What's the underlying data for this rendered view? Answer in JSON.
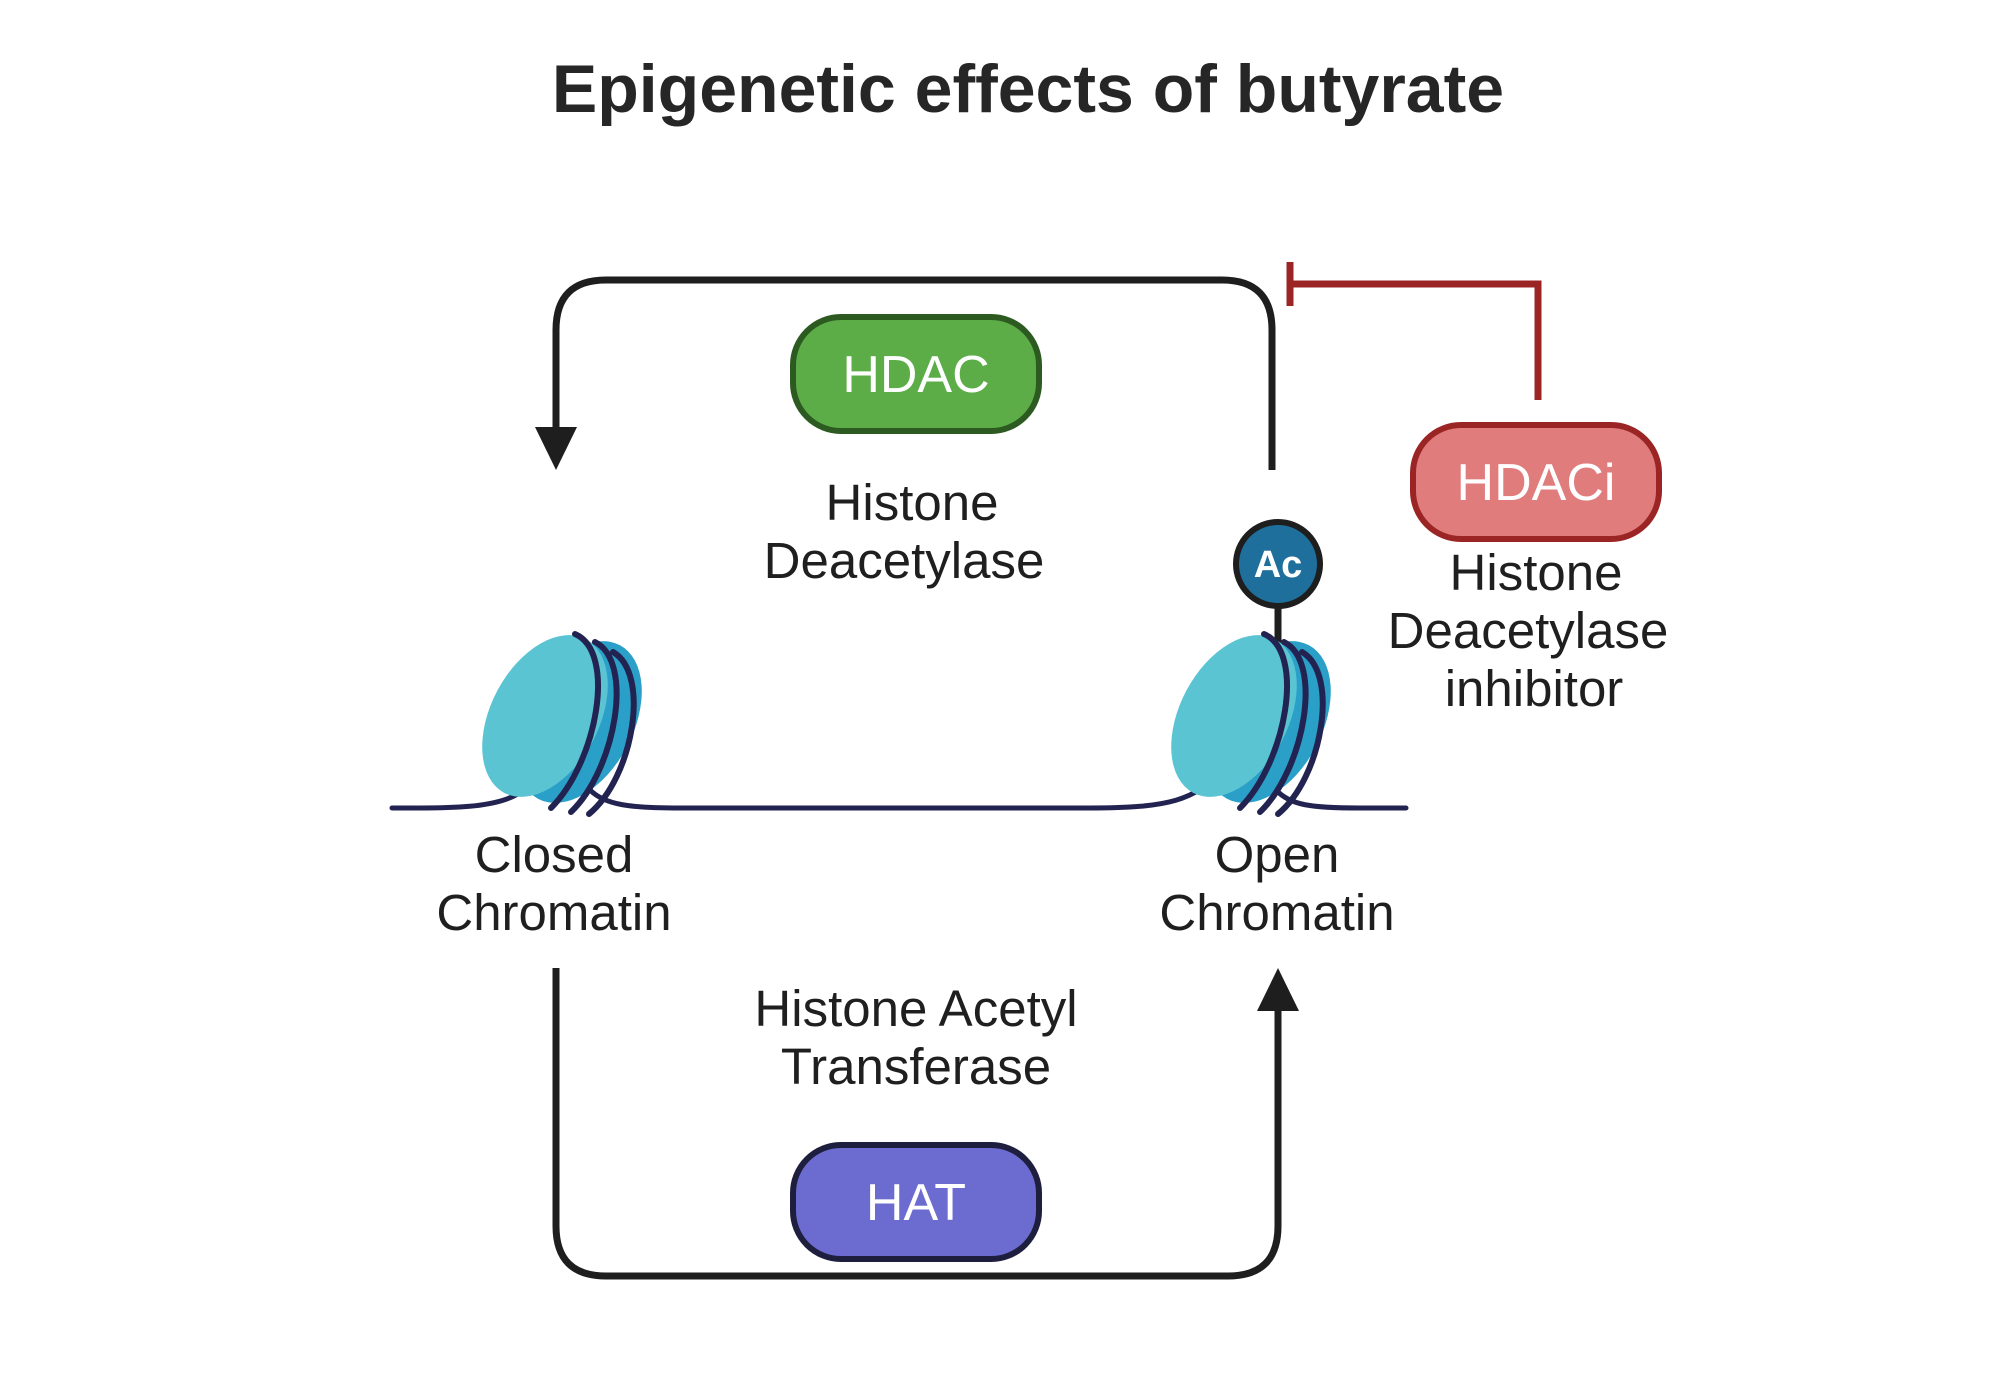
{
  "title": "Epigenetic effects of butyrate",
  "hdac": {
    "abbr": "HDAC",
    "name_line1": "Histone",
    "name_line2": "Deacetylase",
    "color": "#5cad47"
  },
  "hat": {
    "abbr": "HAT",
    "name_line1": "Histone Acetyl",
    "name_line2": "Transferase",
    "color": "#6c6bd0"
  },
  "hdaci": {
    "abbr": "HDACi",
    "name_line1": "Histone",
    "name_line2": "Deacetylase",
    "name_line3": "inhibitor",
    "color": "#e07c7c",
    "inhibit_line_color": "#9b2424"
  },
  "closed_chromatin": {
    "line1": "Closed",
    "line2": "Chromatin"
  },
  "open_chromatin": {
    "line1": "Open",
    "line2": "Chromatin"
  },
  "acetyl_mark": "Ac",
  "colors": {
    "arrow": "#1e1e1e",
    "dna": "#232352",
    "histone_light": "#5ac4d3",
    "histone_dark": "#2aa0c9",
    "acetyl": "#1f6f9c"
  }
}
